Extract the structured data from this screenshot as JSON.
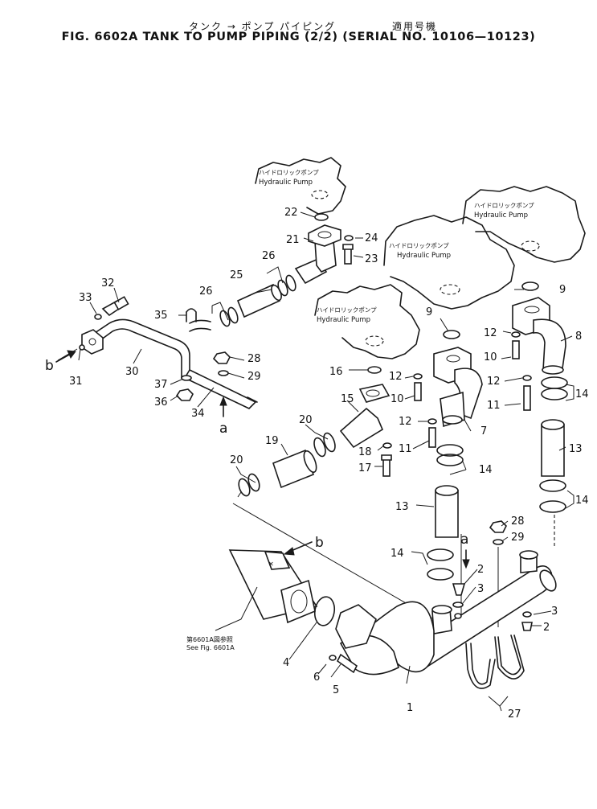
{
  "header": {
    "jp_title": "タンク → ポンプ パイピング",
    "jp_serial": "適用号機",
    "figure_title": "FIG. 6602A  TANK TO PUMP PIPING (2/2) (SERIAL NO. 10106—10123)"
  },
  "pump_labels": [
    {
      "jp": "ハイドロリックポンプ",
      "en": "Hydraulic  Pump"
    },
    {
      "jp": "ハイドロリックポンプ",
      "en": "Hydraulic  Pump"
    },
    {
      "jp": "ハイドロリックポンプ",
      "en": "Hydraulic  Pump"
    },
    {
      "jp": "ハイドロリックポンプ",
      "en": "Hydraulic  Pump"
    }
  ],
  "reference": {
    "jp": "第6601A図参照",
    "en": "See  Fig. 6601A"
  },
  "letters": {
    "a": "a",
    "b": "b"
  },
  "callouts": [
    {
      "id": "c1",
      "label": "1"
    },
    {
      "id": "c2a",
      "label": "2"
    },
    {
      "id": "c2b",
      "label": "2"
    },
    {
      "id": "c3a",
      "label": "3"
    },
    {
      "id": "c3b",
      "label": "3"
    },
    {
      "id": "c4",
      "label": "4"
    },
    {
      "id": "c5",
      "label": "5"
    },
    {
      "id": "c6",
      "label": "6"
    },
    {
      "id": "c7",
      "label": "7"
    },
    {
      "id": "c8",
      "label": "8"
    },
    {
      "id": "c9a",
      "label": "9"
    },
    {
      "id": "c9b",
      "label": "9"
    },
    {
      "id": "c10a",
      "label": "10"
    },
    {
      "id": "c10b",
      "label": "10"
    },
    {
      "id": "c11a",
      "label": "11"
    },
    {
      "id": "c11b",
      "label": "11"
    },
    {
      "id": "c12a",
      "label": "12"
    },
    {
      "id": "c12b",
      "label": "12"
    },
    {
      "id": "c12c",
      "label": "12"
    },
    {
      "id": "c12d",
      "label": "12"
    },
    {
      "id": "c13a",
      "label": "13"
    },
    {
      "id": "c13b",
      "label": "13"
    },
    {
      "id": "c14a",
      "label": "14"
    },
    {
      "id": "c14b",
      "label": "14"
    },
    {
      "id": "c14c",
      "label": "14"
    },
    {
      "id": "c14d",
      "label": "14"
    },
    {
      "id": "c15",
      "label": "15"
    },
    {
      "id": "c16",
      "label": "16"
    },
    {
      "id": "c17",
      "label": "17"
    },
    {
      "id": "c18",
      "label": "18"
    },
    {
      "id": "c19",
      "label": "19"
    },
    {
      "id": "c20a",
      "label": "20"
    },
    {
      "id": "c20b",
      "label": "20"
    },
    {
      "id": "c21",
      "label": "21"
    },
    {
      "id": "c22",
      "label": "22"
    },
    {
      "id": "c23",
      "label": "23"
    },
    {
      "id": "c24",
      "label": "24"
    },
    {
      "id": "c25",
      "label": "25"
    },
    {
      "id": "c26a",
      "label": "26"
    },
    {
      "id": "c26b",
      "label": "26"
    },
    {
      "id": "c27",
      "label": "27"
    },
    {
      "id": "c28a",
      "label": "28"
    },
    {
      "id": "c28b",
      "label": "28"
    },
    {
      "id": "c29a",
      "label": "29"
    },
    {
      "id": "c29b",
      "label": "29"
    },
    {
      "id": "c30",
      "label": "30"
    },
    {
      "id": "c31",
      "label": "31"
    },
    {
      "id": "c32",
      "label": "32"
    },
    {
      "id": "c33",
      "label": "33"
    },
    {
      "id": "c34",
      "label": "34"
    },
    {
      "id": "c35",
      "label": "35"
    },
    {
      "id": "c36",
      "label": "36"
    },
    {
      "id": "c37",
      "label": "37"
    }
  ]
}
